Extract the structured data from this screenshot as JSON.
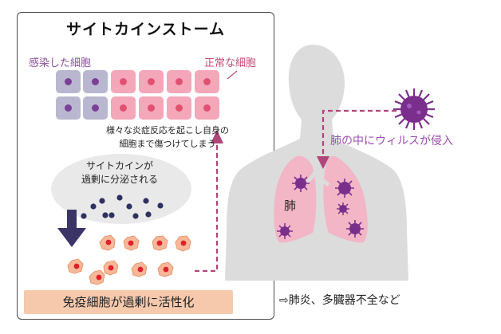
{
  "title": "サイトカインストーム",
  "labels": {
    "infected_cells": "感染した細胞",
    "normal_cells": "正常な細胞",
    "tissue_damage_line1": "様々な炎症反応を起こし自身の",
    "tissue_damage_line2": "細胞まで傷つけてしまう",
    "cytokine_line1": "サイトカインが",
    "cytokine_line2": "過剰に分泌される",
    "immune_activation": "免疫細胞が過剰に活性化",
    "lung": "肺",
    "virus_entry": "肺の中にウィルスが侵入",
    "outcome": "⇨肺炎、多臓器不全など"
  },
  "colors": {
    "infected_cell_fill": "#b9b7cf",
    "infected_cell_nucleus": "#7b3f98",
    "normal_cell_fill": "#f4a7b9",
    "normal_cell_nucleus": "#e05272",
    "cytokine_dot": "#2e3060",
    "immune_cell_fill": "#f6b899",
    "immune_cell_nucleus": "#e0202a",
    "lung_fill": "#f2b6c6",
    "virus": "#7b2f8c",
    "arrow_dashed": "#b0457a",
    "body_silhouette": "#dcdcdc",
    "down_arrow": "#3a3566"
  }
}
